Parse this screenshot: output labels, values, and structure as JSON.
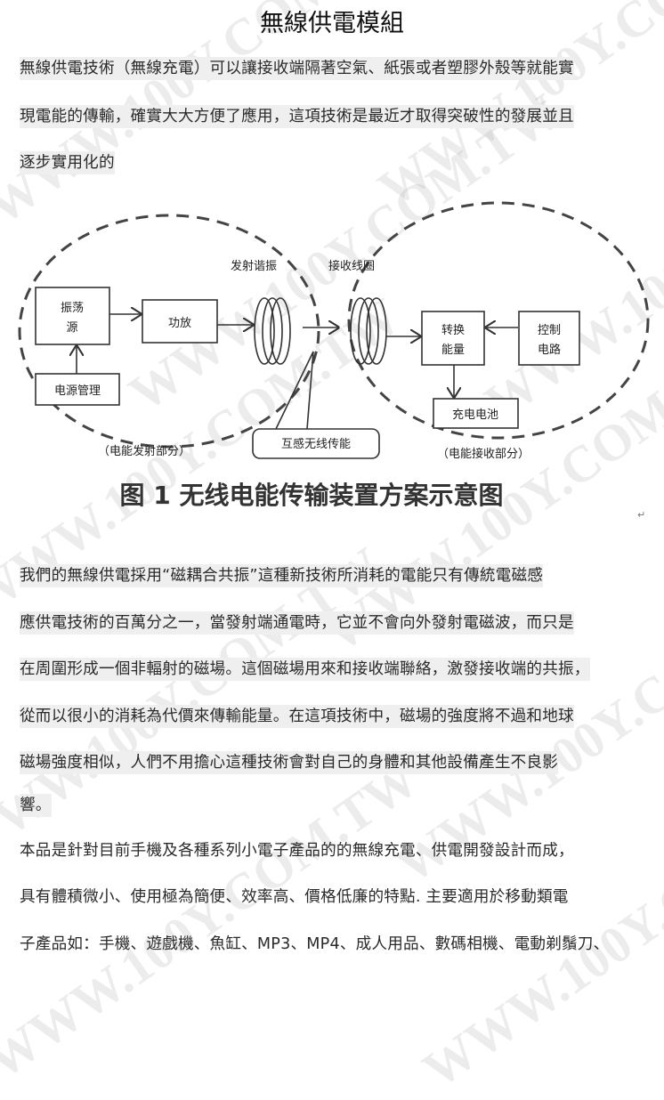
{
  "title": "無線供電模組",
  "para1": [
    "無線供電技術（無線充電）可以讓接收端隔著空氣、紙張或者塑膠外殼等就能實",
    "現電能的傳輸，確實大大方便了應用，這項技術是最近才取得突破性的發展並且",
    "逐步實用化的"
  ],
  "diagram": {
    "oscillator": [
      "振荡",
      "源"
    ],
    "amplifier": "功放",
    "power_mgmt": "电源管理",
    "tx_coil_label": "发射谐振",
    "rx_coil_label": "接收线圈",
    "converter": [
      "转换",
      "能量"
    ],
    "control": [
      "控制",
      "电路"
    ],
    "battery": "充电电池",
    "mutual": "互感无线传能",
    "tx_section": "（电能发射部分）",
    "rx_section": "（电能接收部分）",
    "caption": "图 1  无线电能传输装置方案示意图"
  },
  "para2": [
    "我們的無線供電採用“磁耦合共振”這種新技術所消耗的電能只有傳統電磁感",
    "應供電技術的百萬分之一，當發射端通電時，它並不會向外發射電磁波，而只是",
    "在周圍形成一個非輻射的磁場。這個磁場用來和接收端聯絡，激發接收端的共振，",
    "從而以很小的消耗為代價來傳輸能量。在這項技術中，磁場的強度將不過和地球",
    "磁場強度相似，人們不用擔心這種技術會對自己的身體和其他設備產生不良影",
    "響。"
  ],
  "para3": [
    "本品是針對目前手機及各種系列小電子產品的的無線充電、供電開發設計而成，",
    "具有體積微小、使用極為簡便、效率高、價格低廉的特點. 主要適用於移動類電",
    "子產品如：手機、遊戲機、魚缸、MP3、MP4、成人用品、數碼相機、電動剃鬚刀、"
  ],
  "paragraph_mark": "↵",
  "watermark": "WWW.100Y.COM.TW"
}
